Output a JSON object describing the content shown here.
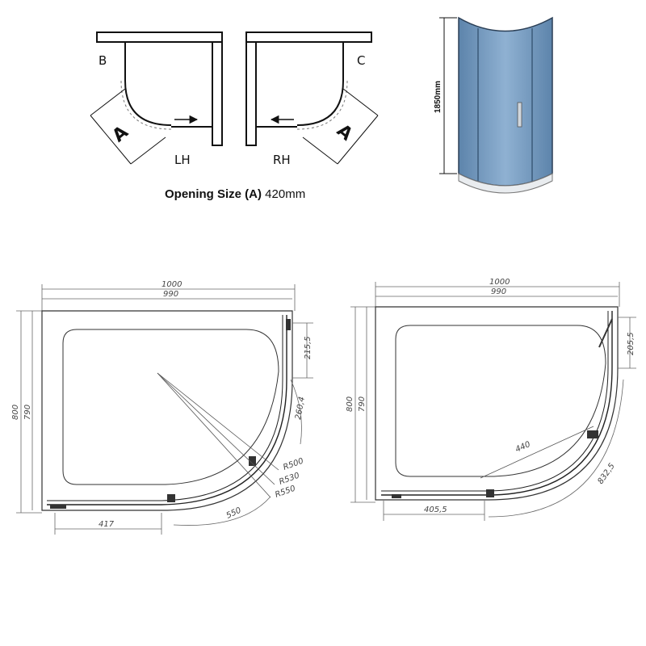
{
  "top_left": {
    "corner_b": "B",
    "corner_c": "C",
    "opening_a": "A",
    "hand_lh": "LH",
    "hand_rh": "RH"
  },
  "caption": {
    "label": "Opening Size (A)",
    "value": "420mm"
  },
  "height_label": "1850mm",
  "colors": {
    "glass": "#7a9fc2",
    "line": "#222222",
    "dim": "#666666"
  },
  "left_plan": {
    "width_1000": "1000",
    "width_990": "990",
    "depth_800": "800",
    "depth_790": "790",
    "dim_215_5": "215,5",
    "dim_260_4": "260,4",
    "r500": "R500",
    "r530": "R530",
    "r550": "R550",
    "dim_550": "550",
    "dim_417": "417"
  },
  "right_plan": {
    "width_1000": "1000",
    "width_990": "990",
    "depth_800": "800",
    "depth_790": "790",
    "dim_205_5": "205,5",
    "dim_440": "440",
    "dim_832_5": "832,5",
    "dim_405_5": "405,5"
  }
}
